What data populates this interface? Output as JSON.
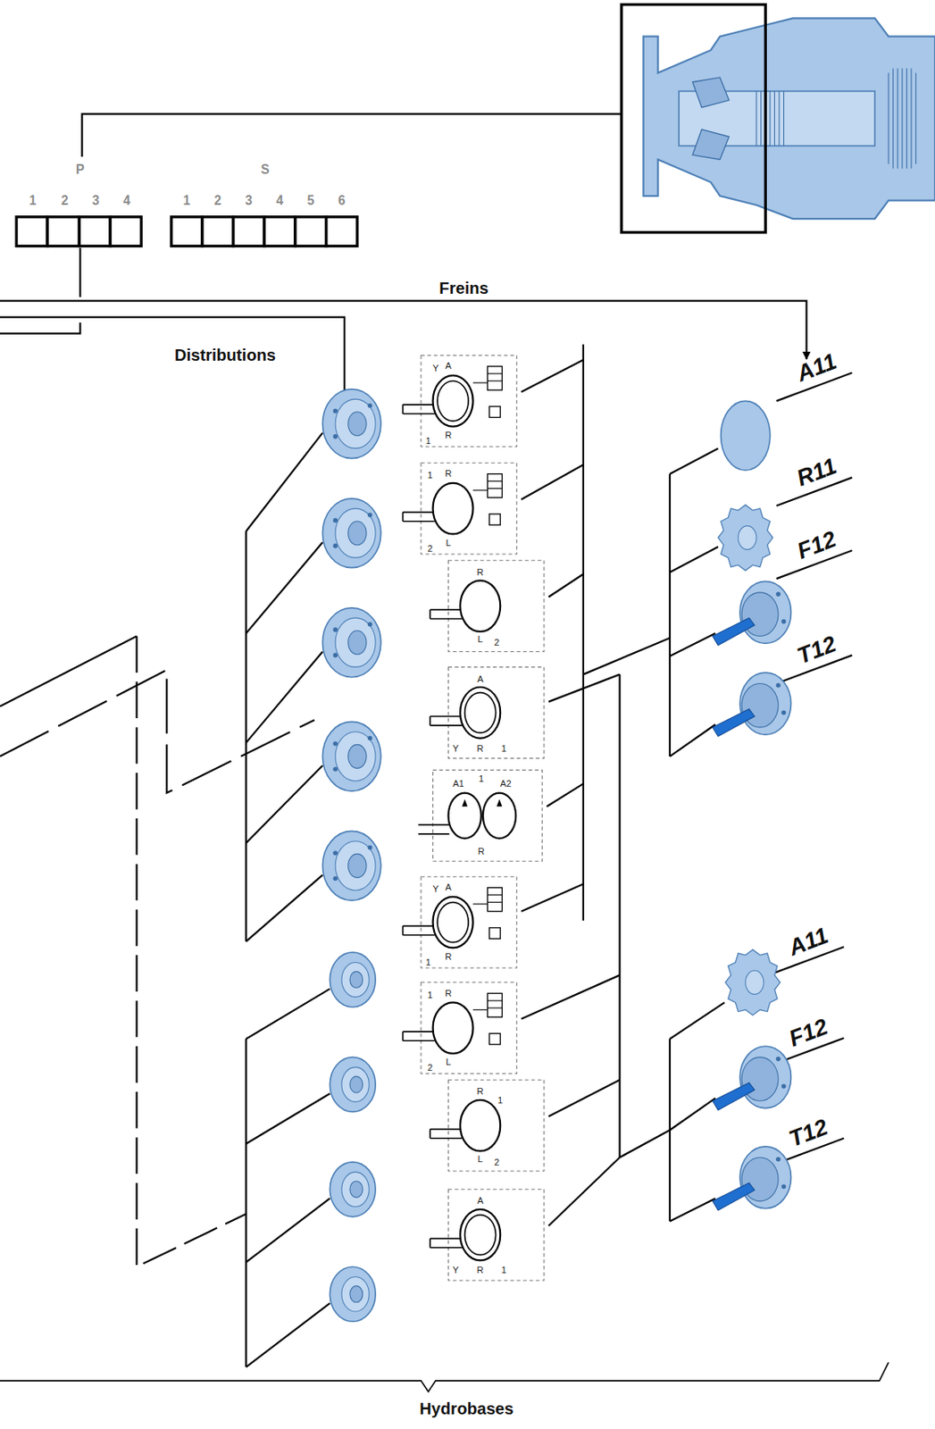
{
  "diagram": {
    "labels": [
      "P",
      "S",
      "1",
      "2",
      "3",
      "4",
      "1",
      "2",
      "3",
      "4",
      "5",
      "6",
      "Freins",
      "Distributions",
      "Y",
      "A",
      "R",
      "1",
      "1",
      "R",
      "L",
      "2",
      "R",
      "L",
      "2",
      "A",
      "Y",
      "R",
      "1",
      "A1",
      "1",
      "A2",
      "R",
      "Y",
      "A",
      "R",
      "1",
      "1",
      "R",
      "L",
      "2",
      "R",
      "1",
      "L",
      "2",
      "A",
      "Y",
      "R",
      "1",
      "A11",
      "R11",
      "F12",
      "T12",
      "A11",
      "F12",
      "T12",
      "Hydrobases"
    ]
  }
}
